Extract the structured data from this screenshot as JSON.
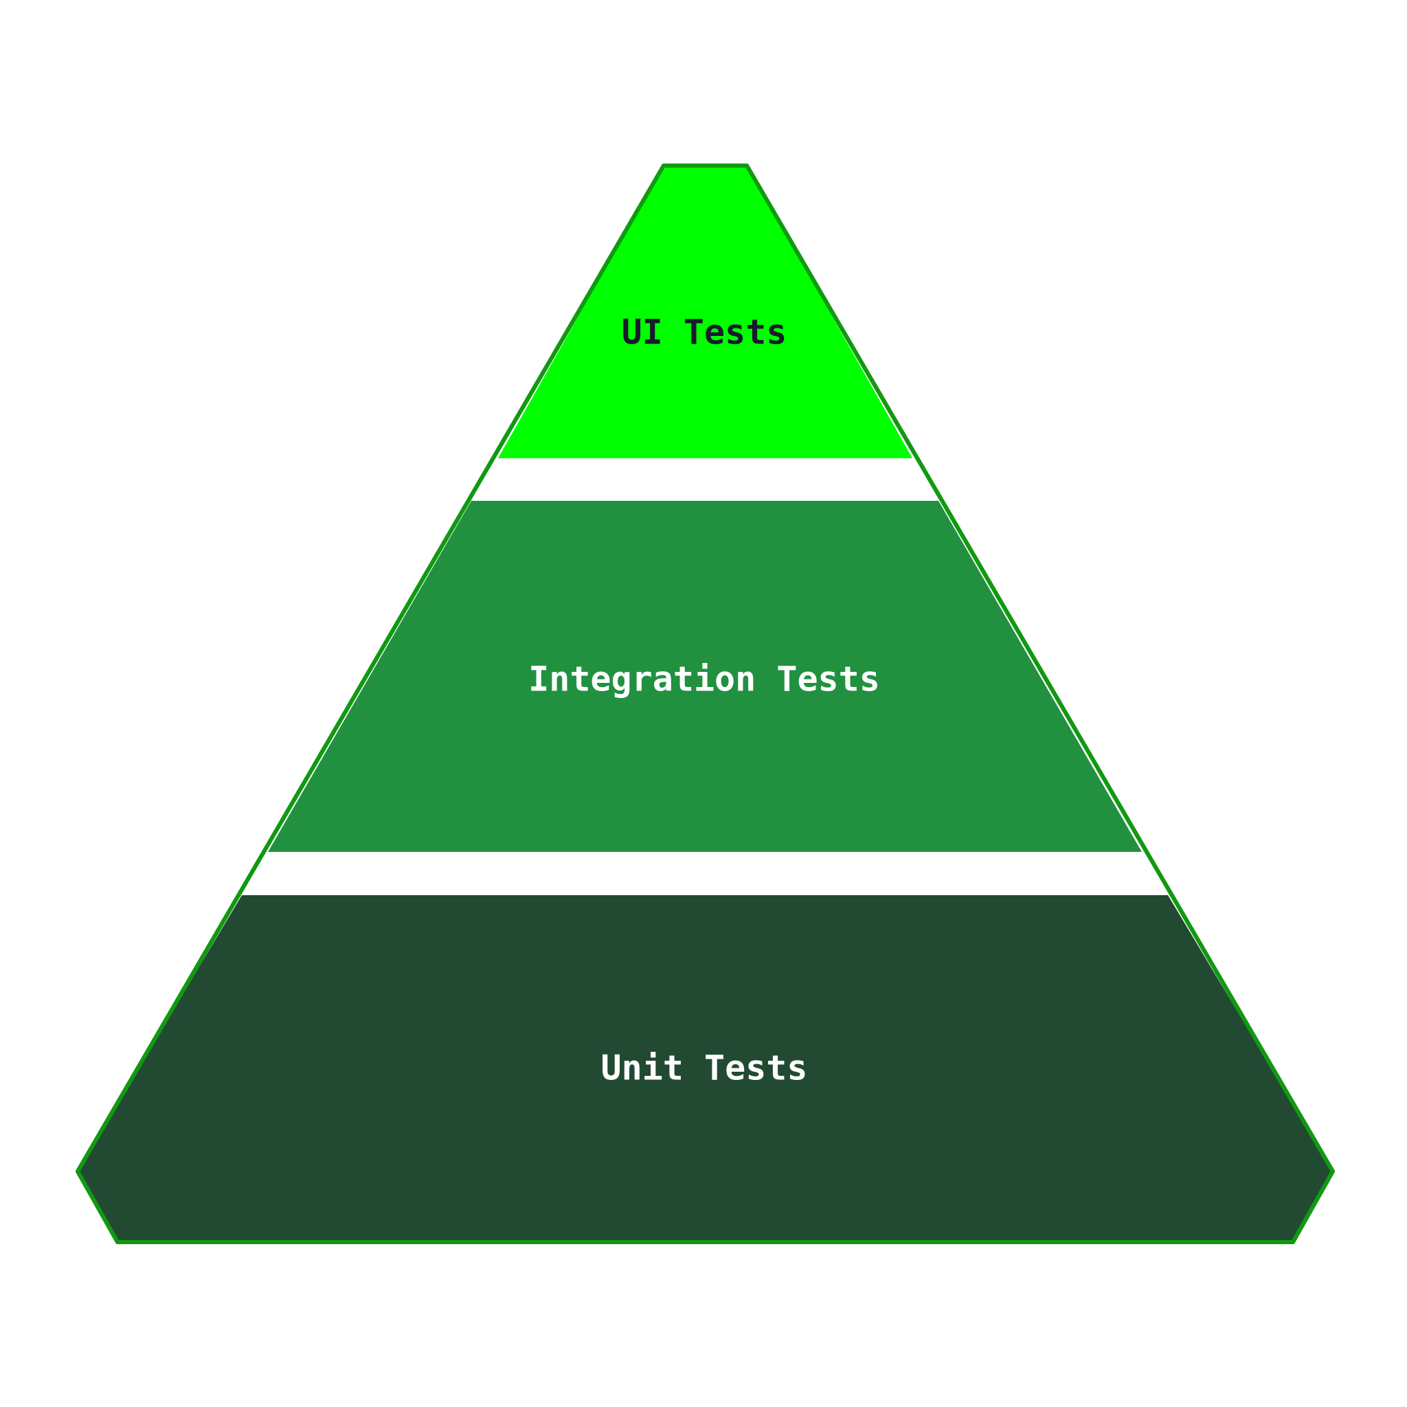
{
  "pyramid": {
    "outline_color": "#119911",
    "tiers": [
      {
        "label": "UI Tests",
        "fill": "#00ff00",
        "text_color": "#1a1a2e"
      },
      {
        "label": "Integration Tests",
        "fill": "#219140",
        "text_color": "#ffffff"
      },
      {
        "label": "Unit Tests",
        "fill": "#224a33",
        "text_color": "#ffffff"
      }
    ]
  }
}
